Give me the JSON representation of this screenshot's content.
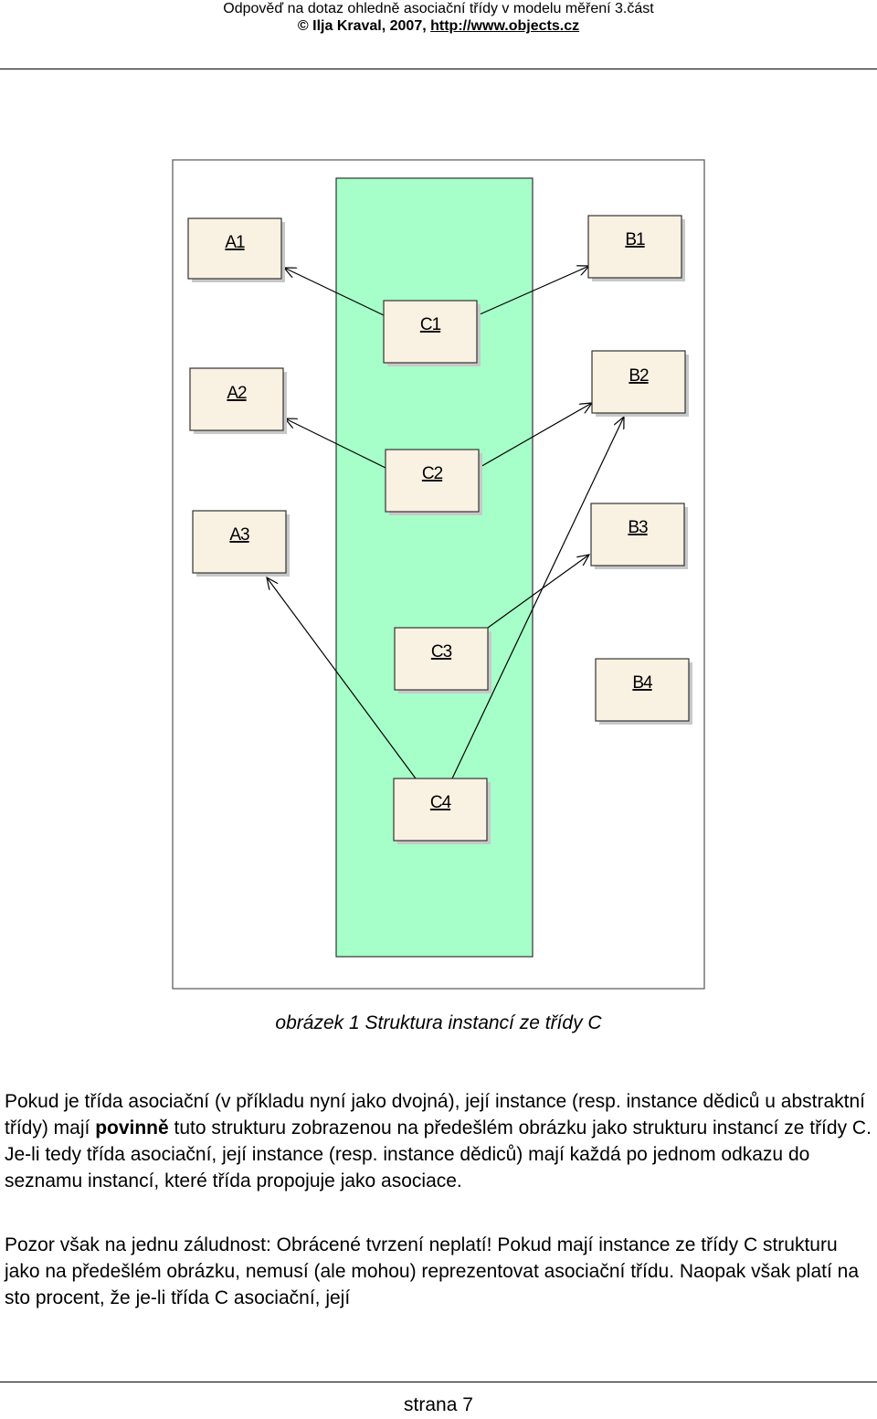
{
  "header": {
    "line1": "Odpověď na dotaz ohledně asociační třídy v modelu měření 3.část",
    "line2_prefix": "© Ilja Kraval, 2007, ",
    "line2_link": "http://www.objects.cz"
  },
  "diagram": {
    "boxes": {
      "a1": "A1",
      "a2": "A2",
      "a3": "A3",
      "b1": "B1",
      "b2": "B2",
      "b3": "B3",
      "b4": "B4",
      "c1": "C1",
      "c2": "C2",
      "c3": "C3",
      "c4": "C4"
    },
    "colors": {
      "box_fill": "#f9f1e2",
      "band_fill": "#a6ffc8",
      "shadow": "#c8c8c8"
    }
  },
  "caption": "obrázek 1 Struktura instancí ze třídy C",
  "paragraph1": {
    "part1": "Pokud je třída asociační (v příkladu nyní jako dvojná), její instance (resp. instance dědiců u abstraktní třídy) mají ",
    "bold": "povinně",
    "part2": " tuto strukturu zobrazenou na předešlém obrázku jako strukturu instancí ze třídy C. Je-li tedy třída asociační, její instance (resp. instance dědiců) mají každá po jednom odkazu do seznamu instancí, které třída propojuje jako asociace."
  },
  "paragraph2": "Pozor však na jednu záludnost: Obrácené tvrzení neplatí! Pokud mají instance ze třídy C strukturu jako na předešlém obrázku, nemusí (ale mohou) reprezentovat asociační třídu. Naopak však platí na sto procent, že je-li třída C asociační, její",
  "footer": "strana 7"
}
